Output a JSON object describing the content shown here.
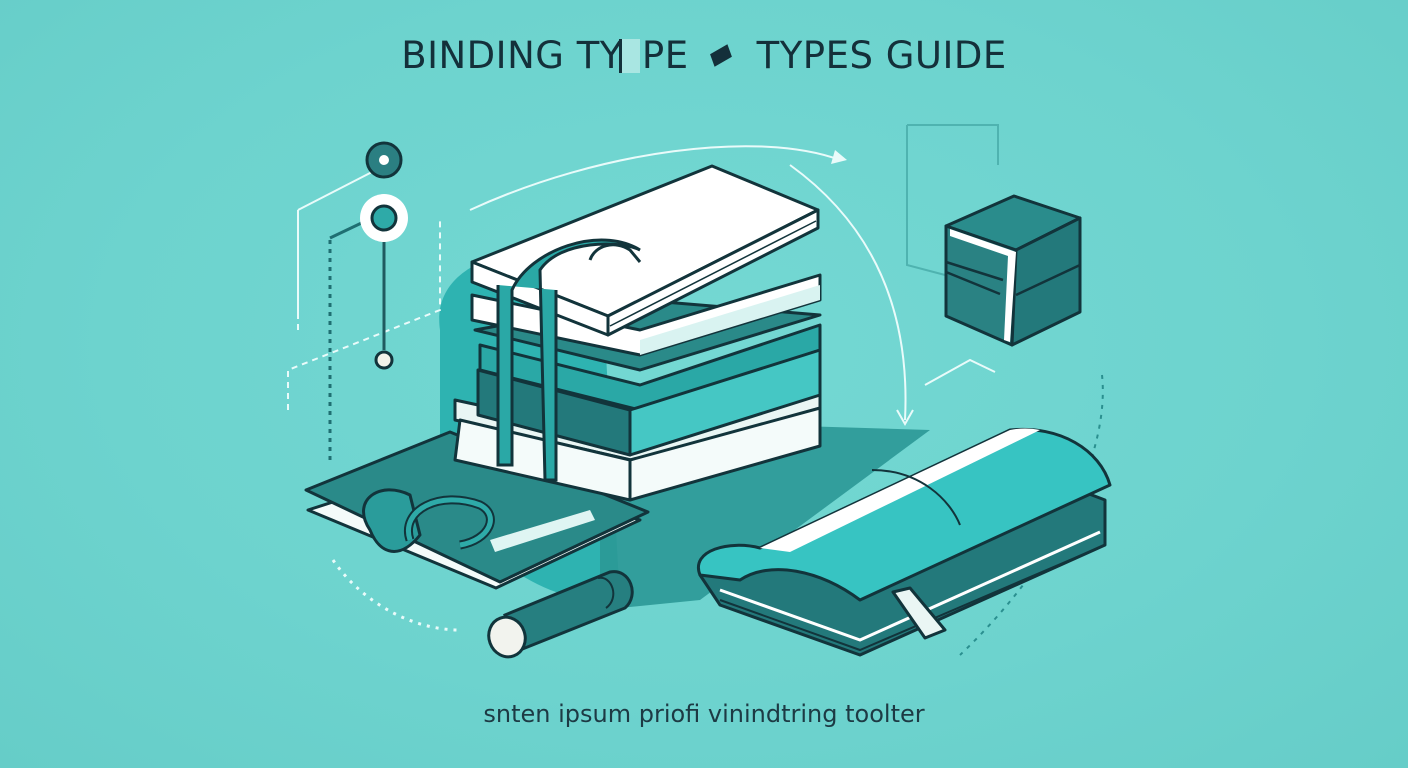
{
  "header": {
    "title_part1": "BINDING TY",
    "title_part2": "PE",
    "title_part3": "TYPES GUIDE"
  },
  "footer": {
    "caption": "snten ipsum priofi vinindtring toolter"
  },
  "illustration": {
    "subjects": [
      "stacked-books-with-strap",
      "flat-notebook-with-loops",
      "rolled-folded-cover",
      "glue-stick-cylinder",
      "small-cube-box",
      "connector-nodes"
    ],
    "colors": {
      "background": "#6fd5d0",
      "teal_dark": "#2b8b8a",
      "teal_mid": "#37c4c2",
      "teal_deep": "#1f6f72",
      "outline": "#12343b",
      "paper": "#ffffff",
      "paper_tint": "#dff3f1"
    }
  }
}
